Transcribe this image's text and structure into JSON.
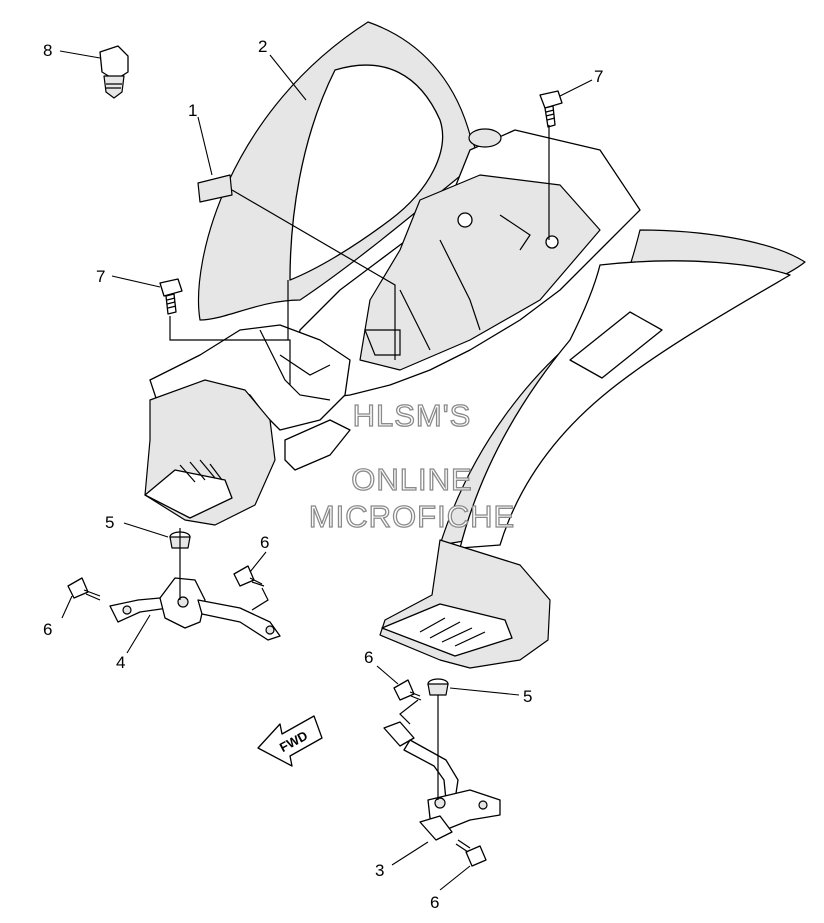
{
  "callouts": [
    {
      "id": "c1",
      "label": "1"
    },
    {
      "id": "c2",
      "label": "2"
    },
    {
      "id": "c3",
      "label": "3"
    },
    {
      "id": "c4",
      "label": "4"
    },
    {
      "id": "c5a",
      "label": "5"
    },
    {
      "id": "c5b",
      "label": "5"
    },
    {
      "id": "c6a",
      "label": "6"
    },
    {
      "id": "c6b",
      "label": "6"
    },
    {
      "id": "c6c",
      "label": "6"
    },
    {
      "id": "c6d",
      "label": "6"
    },
    {
      "id": "c7a",
      "label": "7"
    },
    {
      "id": "c7b",
      "label": "7"
    },
    {
      "id": "c8",
      "label": "8"
    }
  ],
  "watermark": {
    "line1": "HLSM'S",
    "line2": "ONLINE",
    "line3": "MICROFICHE"
  },
  "fwd_arrow": {
    "label": "FWD"
  }
}
